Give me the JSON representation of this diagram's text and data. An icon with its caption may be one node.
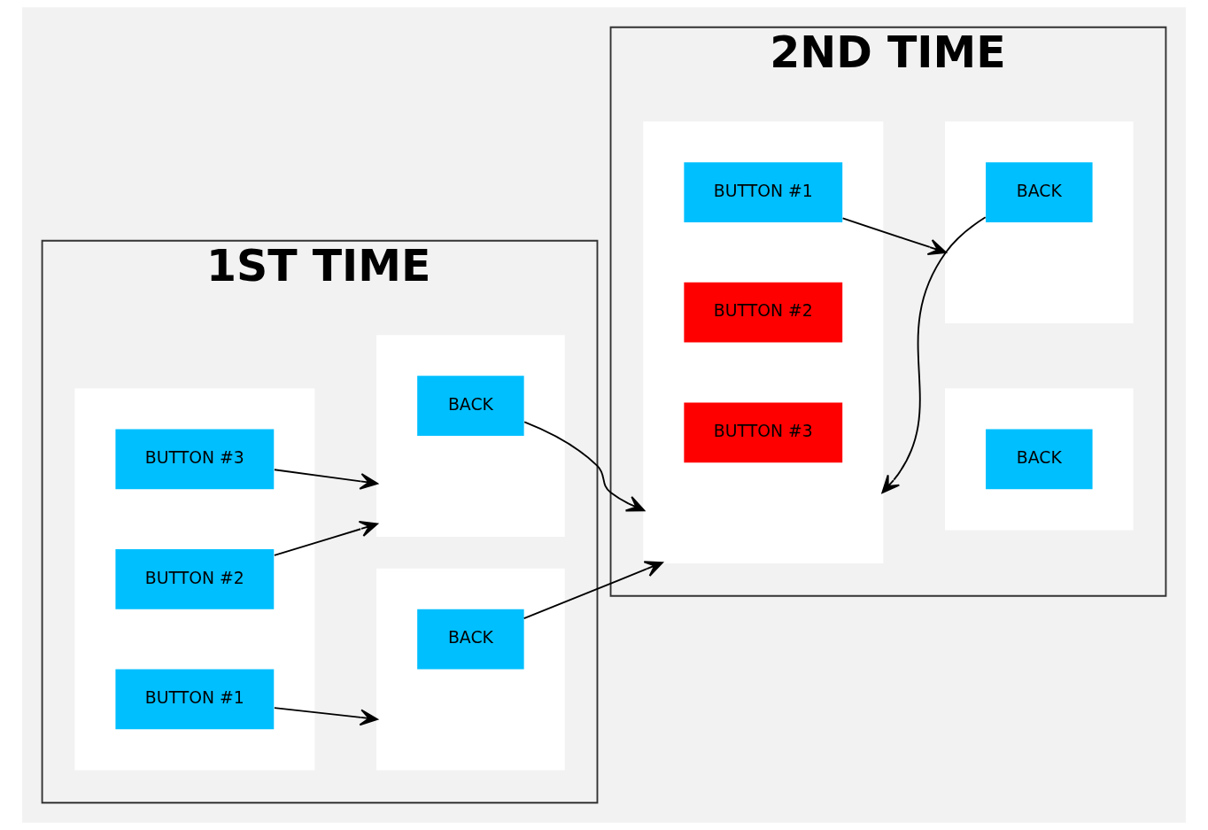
{
  "diagram": {
    "nodes": [
      {
        "text": [
          "1ST TIME"
        ]
      },
      {
        "text": [],
        "shape": "box",
        "in": 0
      },
      {
        "text": [
          "BUTTON #1"
        ],
        "in": 1
      },
      {
        "text": [
          "BUTTON #2"
        ],
        "in": 1
      },
      {
        "text": [
          "BUTTON #3"
        ],
        "in": 1
      },
      {
        "text": [],
        "shape": "box",
        "in": 0
      },
      {
        "text": [
          "BACK"
        ],
        "in": 5
      },
      {
        "text": [],
        "shape": "box",
        "in": 0
      },
      {
        "text": [
          "BACK"
        ],
        "in": 7
      },
      {
        "text": [
          "2ND TIME"
        ]
      },
      {
        "text": [],
        "shape": "box",
        "in": 9
      },
      {
        "text": [
          "BUTTON #1"
        ],
        "in": 10
      },
      {
        "text": [
          "BUTTON #2"
        ],
        "in": 10
      },
      {
        "text": [
          "BUTTON #3"
        ],
        "in": 10
      },
      {
        "text": [],
        "shape": "box",
        "in": 9
      },
      {
        "text": [
          "BACK"
        ],
        "in": 14
      },
      {
        "text": [],
        "shape": "box",
        "in": 9
      },
      {
        "text": [
          "BACK"
        ],
        "in": 16
      }
    ],
    "edges": [
      {
        "from": 2,
        "to": 5,
        "arrow": "to"
      },
      {
        "from": 3,
        "to": 7,
        "arrow": "to"
      },
      {
        "from": 4,
        "to": 7,
        "arrow": "to"
      },
      {
        "from": 6,
        "to": 10,
        "arrow": "to"
      },
      {
        "from": 8,
        "to": 10,
        "arrow": "to"
      },
      {
        "from": 15,
        "to": 10,
        "arrow": "to"
      },
      {
        "from": 11,
        "to": 14,
        "arrow": "to"
      }
    ]
  }
}
